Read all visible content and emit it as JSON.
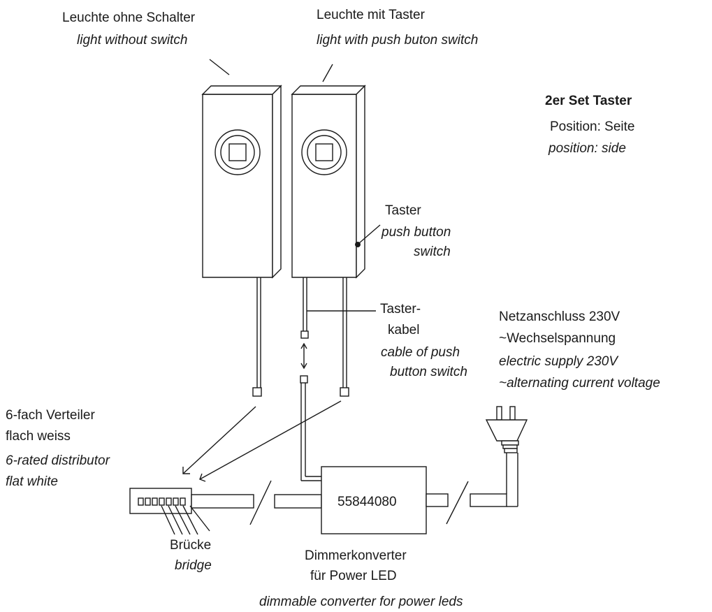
{
  "labels": {
    "light_no_switch_de": "Leuchte ohne Schalter",
    "light_no_switch_en": "light without switch",
    "light_with_switch_de": "Leuchte mit Taster",
    "light_with_switch_en": "light with push buton switch",
    "set_title": "2er Set Taster",
    "position_de": "Position: Seite",
    "position_en": "position: side",
    "taster_de": "Taster",
    "taster_en_1": "push button",
    "taster_en_2": "switch",
    "cable_de_1": "Taster-",
    "cable_de_2": "kabel",
    "cable_en_1": "cable of push",
    "cable_en_2": "button switch",
    "mains_de_1": "Netzanschluss 230V",
    "mains_de_2": "~Wechselspannung",
    "mains_en_1": "electric supply 230V",
    "mains_en_2": "~alternating current voltage",
    "distributor_de_1": "6-fach Verteiler",
    "distributor_de_2": "flach weiss",
    "distributor_en_1": "6-rated distributor",
    "distributor_en_2": "flat white",
    "bridge_de": "Brücke",
    "bridge_en": "bridge",
    "converter_code": "55844080",
    "converter_de_1": "Dimmerkonverter",
    "converter_de_2": "für Power LED",
    "converter_en": "dimmable converter for power leds"
  }
}
